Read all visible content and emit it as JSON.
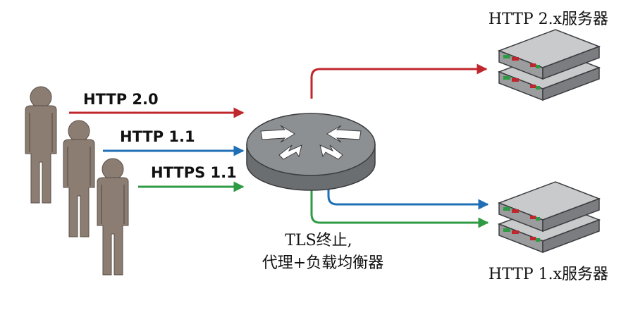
{
  "protocols": [
    {
      "label": "HTTP 2.0",
      "color": "#c0272d"
    },
    {
      "label": "HTTP 1.1",
      "color": "#1f6fb5"
    },
    {
      "label": "HTTPS 1.1",
      "color": "#2e9a44"
    }
  ],
  "proxy": {
    "label_line1": "TLS终止,",
    "label_line2": "代理+负载均衡器"
  },
  "servers": {
    "top_label": "HTTP 2.x服务器",
    "bottom_label": "HTTP 1.x服务器"
  },
  "icons": [
    "user-group-icon",
    "router-icon",
    "server-stack-icon"
  ],
  "colors": {
    "person": "#8b7d72",
    "person_shade": "#6e6158",
    "router_top": "#8d9093",
    "router_side": "#6b6e71",
    "server_body": "#9a9c9e",
    "server_dark": "#3c3e41"
  }
}
